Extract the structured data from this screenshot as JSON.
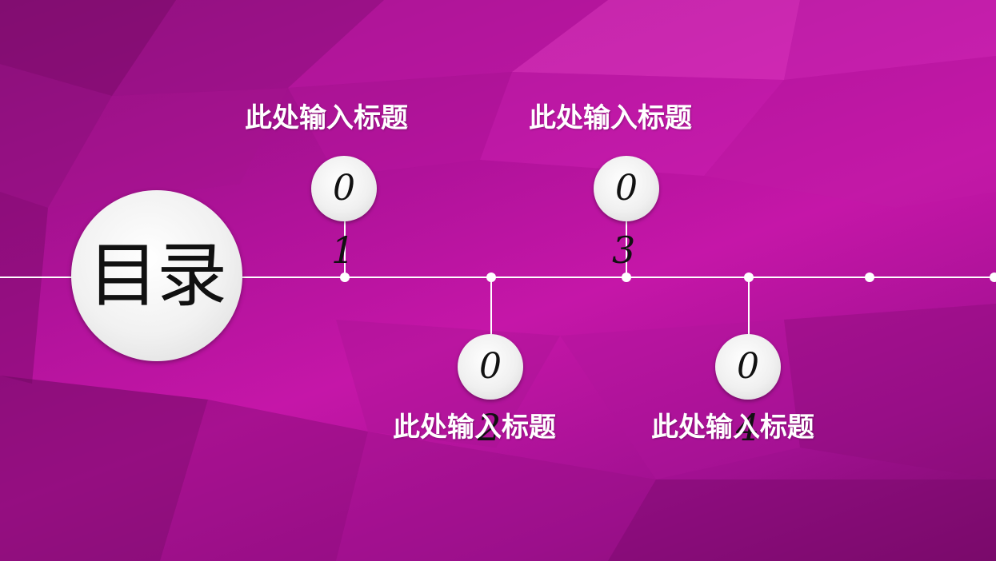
{
  "slide": {
    "title": "目录",
    "colors": {
      "background": "#b0129a",
      "line": "#ffffff",
      "text": "#ffffff",
      "circle": "#f1f1f1"
    },
    "items": [
      {
        "digit_a": "0",
        "digit_b": "1",
        "heading": "此处输入标题"
      },
      {
        "digit_a": "0",
        "digit_b": "2",
        "heading": "此处输入标题"
      },
      {
        "digit_a": "0",
        "digit_b": "3",
        "heading": "此处输入标题"
      },
      {
        "digit_a": "0",
        "digit_b": "4",
        "heading": "此处输入标题"
      }
    ]
  }
}
